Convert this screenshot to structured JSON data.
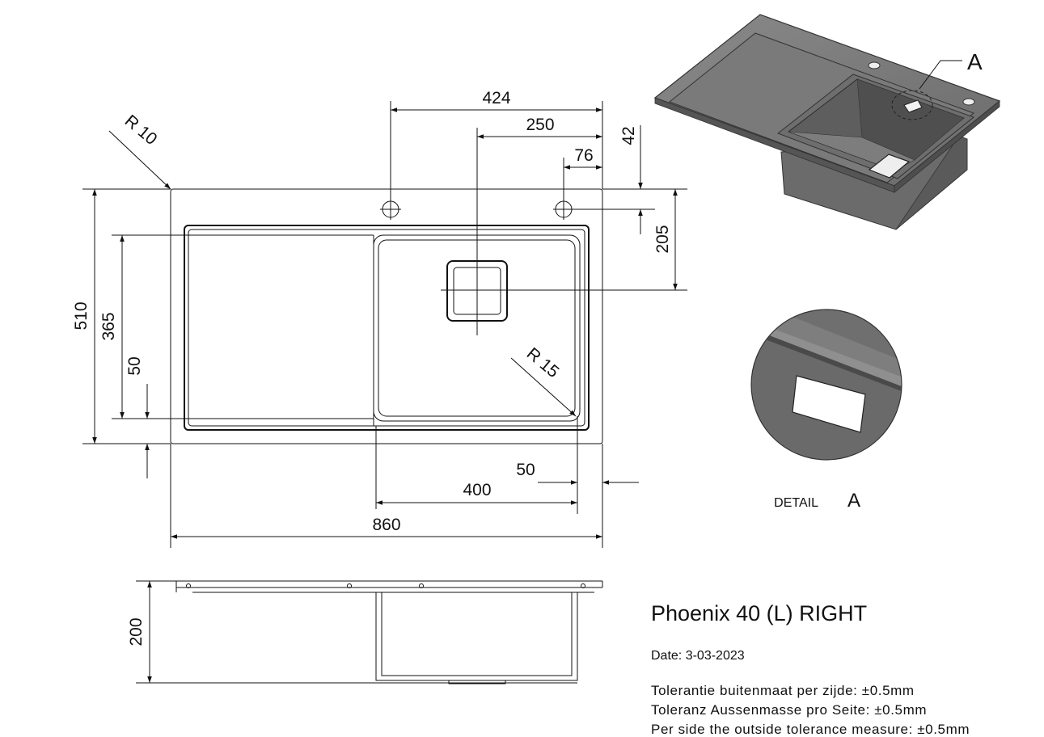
{
  "dimensions": {
    "d424": "424",
    "d250": "250",
    "d76": "76",
    "d42": "42",
    "d205": "205",
    "d510": "510",
    "d365": "365",
    "d50_left": "50",
    "d50_bottom": "50",
    "d400": "400",
    "d860": "860",
    "d200": "200",
    "r10": "R 10",
    "r15": "R 15"
  },
  "detail": {
    "marker": "A",
    "caption_word": "DETAIL",
    "caption_letter": "A"
  },
  "title_block": {
    "title": "Phoenix 40 (L) RIGHT",
    "date": "Date: 3-03-2023",
    "tolerance_lines": [
      "Tolerantie buitenmaat per zijde: ±0.5mm",
      "Toleranz Aussenmasse pro Seite: ±0.5mm",
      "Per side the outside tolerance measure: ±0.5mm"
    ]
  }
}
